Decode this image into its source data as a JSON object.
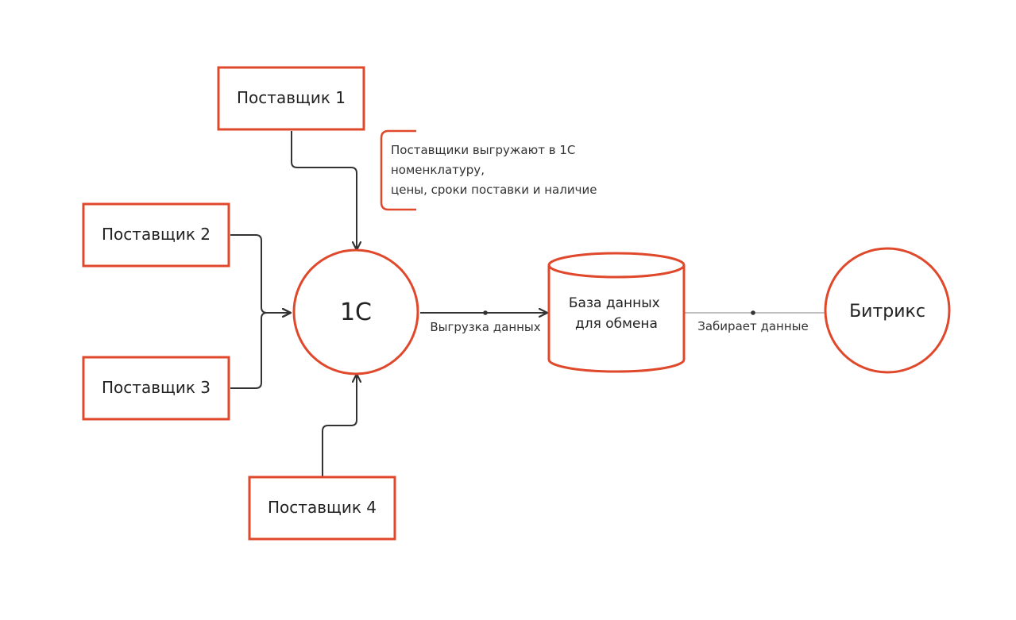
{
  "colors": {
    "shape_stroke": "#e0482b",
    "arrow": "#333333",
    "link_line": "#999999",
    "text": "#222222",
    "background": "#ffffff"
  },
  "nodes": {
    "supplier1": "Поставщик 1",
    "supplier2": "Поставщик 2",
    "supplier3": "Поставщик 3",
    "supplier4": "Поставщик 4",
    "onec": "1С",
    "database": [
      "База данных",
      "для обмена"
    ],
    "bitrix": "Битрикс"
  },
  "note": [
    "Поставщики выгружают в 1С",
    "номенклатуру,",
    "цены, сроки поставки и наличие"
  ],
  "edges": {
    "export_label": "Выгрузка данных",
    "fetch_label": "Забирает данные"
  }
}
